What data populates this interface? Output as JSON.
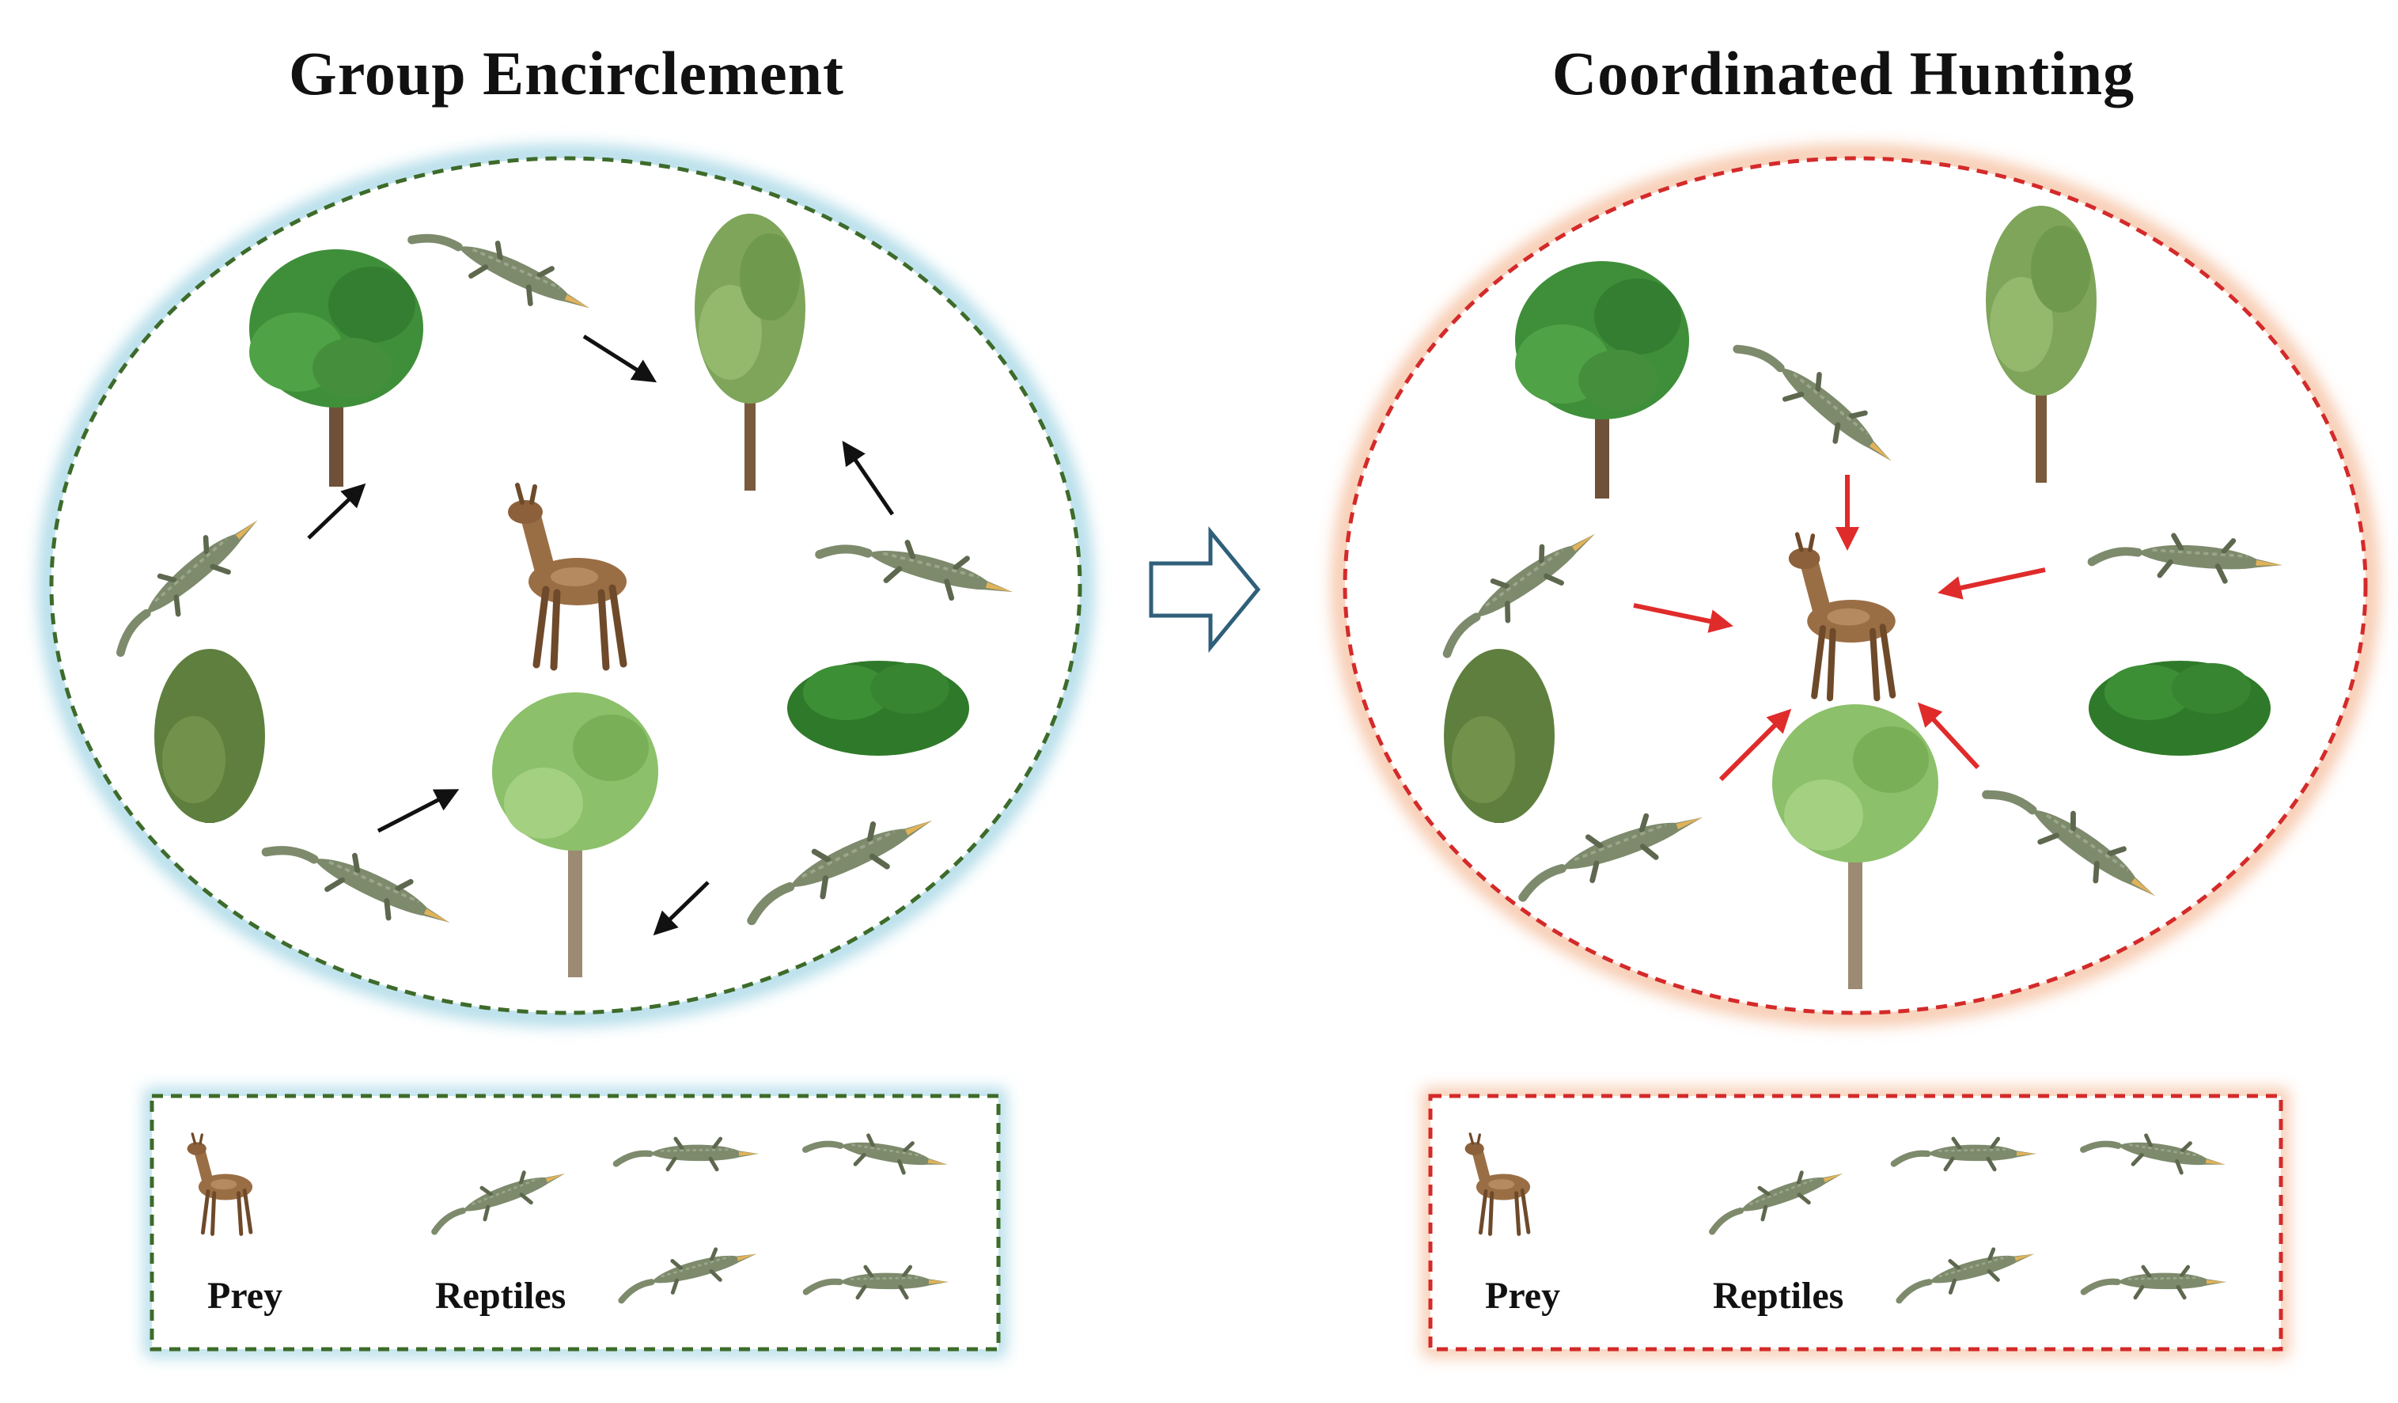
{
  "left_panel": {
    "title": "Group Encirclement",
    "legend": {
      "prey_label": "Prey",
      "reptiles_label": "Reptiles"
    }
  },
  "right_panel": {
    "title": "Coordinated Hunting",
    "legend": {
      "prey_label": "Prey",
      "reptiles_label": "Reptiles"
    }
  },
  "colors": {
    "left_border": "#3d6b2a",
    "left_glow": "#a9d8e6",
    "right_border": "#d42a2a",
    "right_glow": "#f6c3a4",
    "movement_arrow": "#111111",
    "attack_arrow": "#e02b2b",
    "transition_arrow": "#2f5f7a"
  },
  "icons": [
    "deer-icon",
    "crocodile-icon",
    "tree-icon",
    "bush-icon",
    "transition-arrow-icon"
  ]
}
